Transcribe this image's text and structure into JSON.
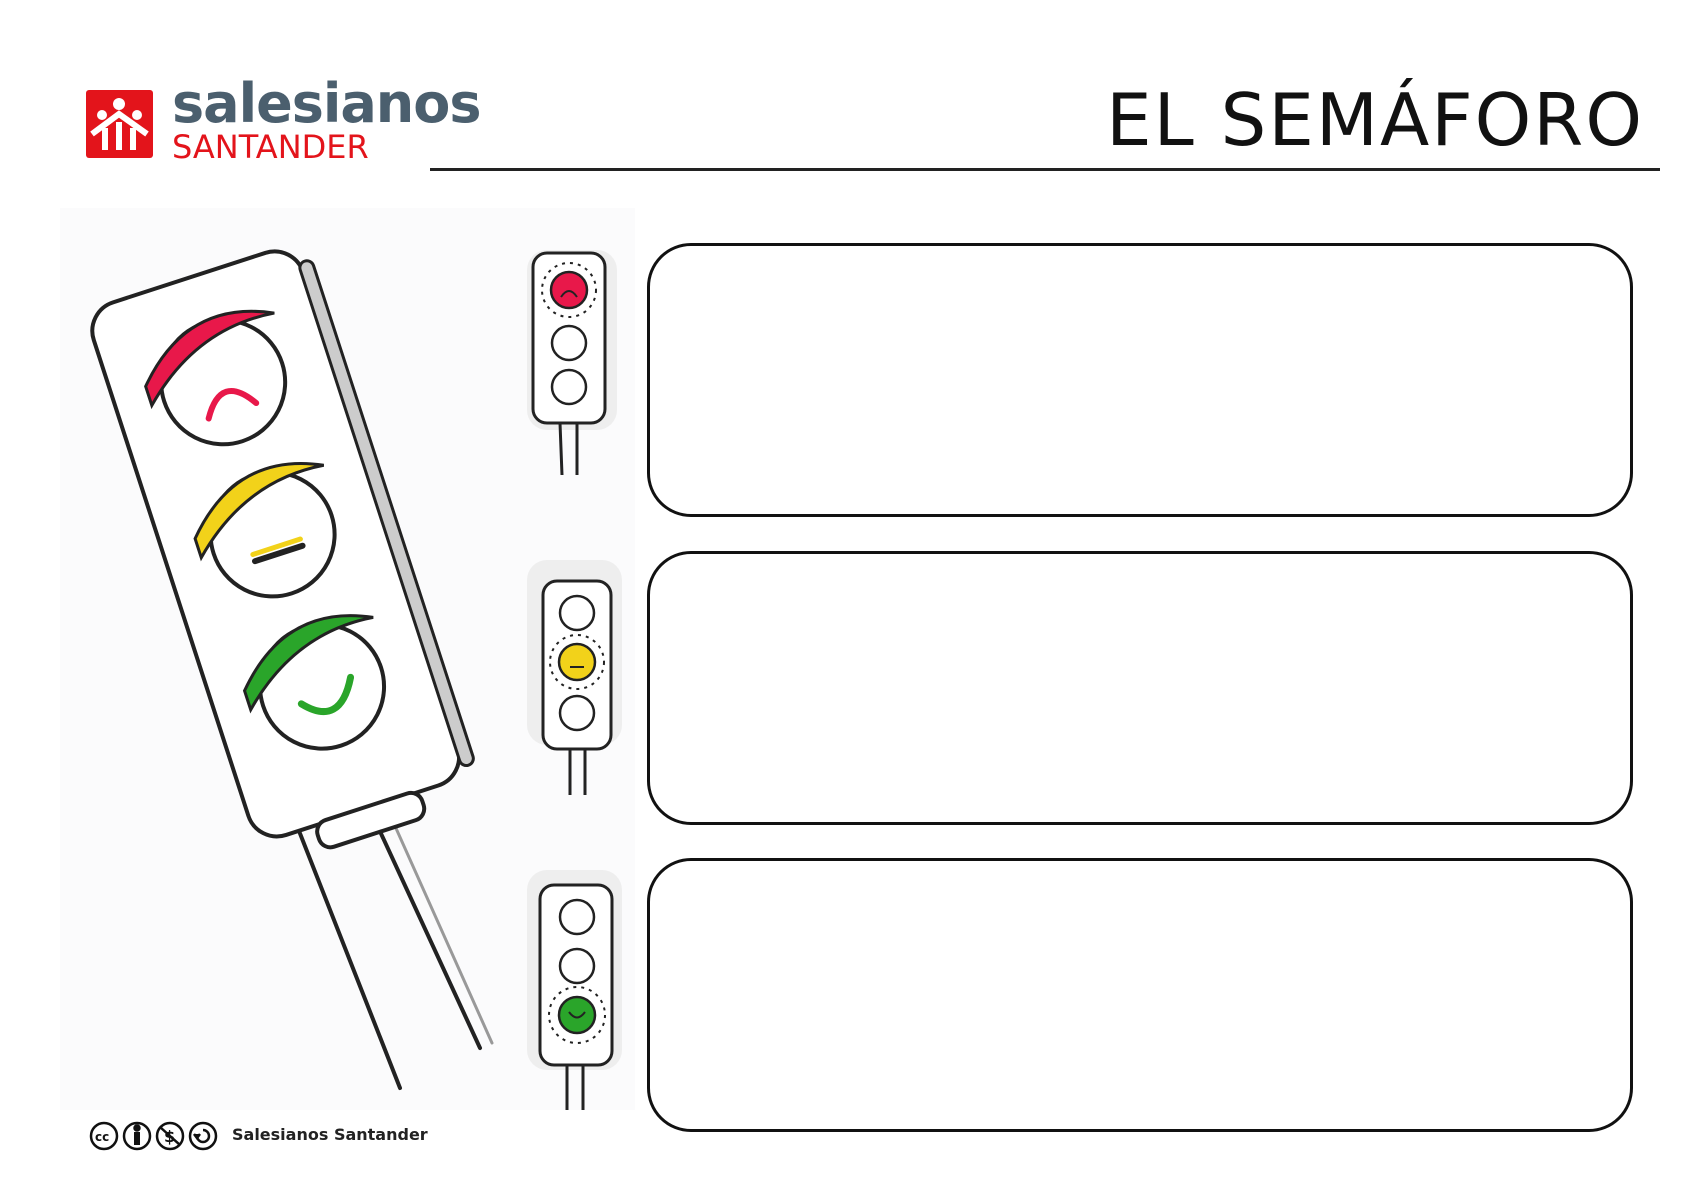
{
  "header": {
    "brand_name": "salesianos",
    "brand_sub": "SANTANDER",
    "title": "EL SEMÁFORO"
  },
  "lights": [
    {
      "state": "red",
      "face": "sad",
      "color": "#e8184a"
    },
    {
      "state": "yellow",
      "face": "neutral",
      "color": "#f2d21a"
    },
    {
      "state": "green",
      "face": "happy",
      "color": "#2aa52a"
    }
  ],
  "answer_boxes": [
    {
      "value": ""
    },
    {
      "value": ""
    },
    {
      "value": ""
    }
  ],
  "footer": {
    "license_icons": [
      "cc-icon",
      "by-icon",
      "nc-icon",
      "sa-icon"
    ],
    "credit": "Salesianos Santander"
  },
  "colors": {
    "brand_red": "#e3141b",
    "brand_gray": "#4b5f6e"
  }
}
